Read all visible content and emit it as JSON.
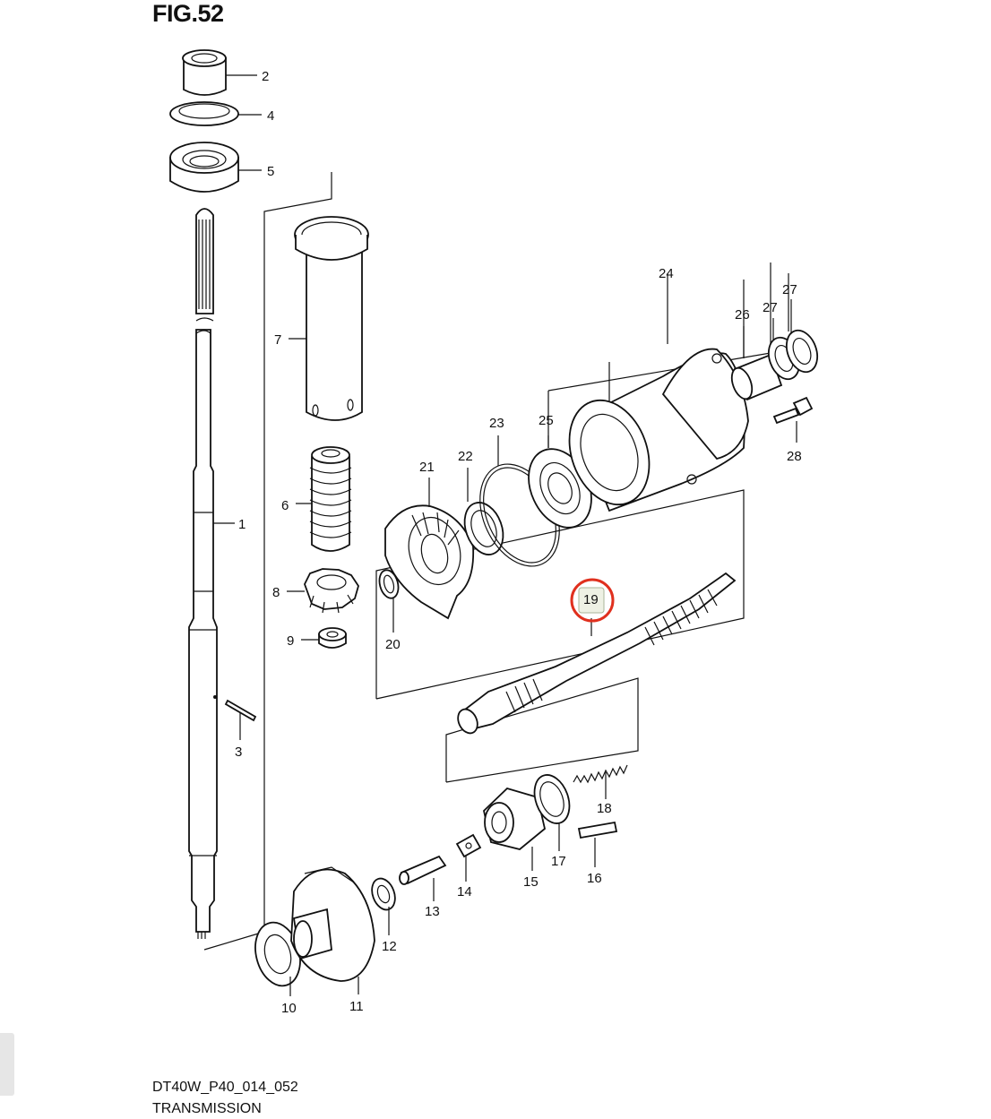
{
  "figure": {
    "title": "FIG.52"
  },
  "caption": {
    "code": "DT40W_P40_014_052",
    "name": "TRANSMISSION"
  },
  "highlight": {
    "part_number": "19",
    "ring_color": "#e0301e",
    "badge_fill": "#eef1e4"
  },
  "callouts": [
    "1",
    "2",
    "3",
    "4",
    "5",
    "6",
    "7",
    "8",
    "9",
    "10",
    "11",
    "12",
    "13",
    "14",
    "15",
    "16",
    "17",
    "18",
    "20",
    "21",
    "22",
    "23",
    "24",
    "25",
    "26",
    "27",
    "27",
    "28"
  ]
}
